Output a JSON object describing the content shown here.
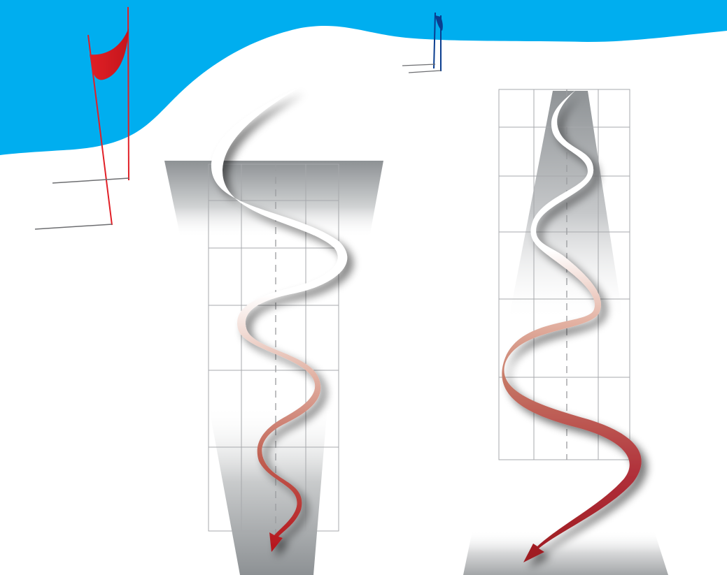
{
  "scene": {
    "sky_color": "#00aeef",
    "snow_color": "#ffffff"
  },
  "flags": [
    {
      "name": "red-gate-flag",
      "color": "#e11f26"
    },
    {
      "name": "blue-gate-flag",
      "color": "#0a3d8f"
    }
  ],
  "panels": [
    {
      "name": "left-course-panel",
      "grid_columns": 4,
      "grid_rows": 6,
      "centerline": "dashed"
    },
    {
      "name": "right-course-panel",
      "grid_columns": 4,
      "grid_rows": 6,
      "centerline": "dashed"
    }
  ],
  "ski_paths": [
    {
      "name": "left-ski-path",
      "gradient_start": "#ffffff",
      "gradient_end": "#b5121b",
      "arrow_color": "#b5121b"
    },
    {
      "name": "right-ski-path",
      "gradient_start": "#ffffff",
      "gradient_end": "#9e1b20",
      "arrow_color": "#9e1b20"
    }
  ]
}
